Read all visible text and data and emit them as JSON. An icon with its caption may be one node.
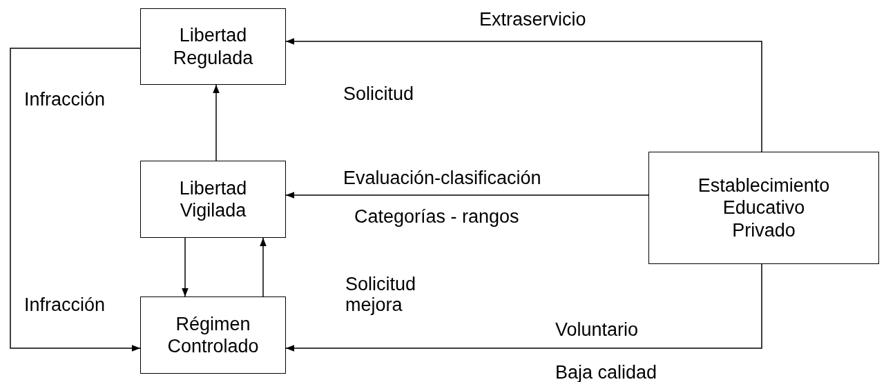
{
  "diagram": {
    "nodes": [
      {
        "text": [
          "Libertad Regulada"
        ]
      },
      {
        "text": [
          "Libertad Vigilada"
        ]
      },
      {
        "text": [
          "Régimen Controlado"
        ]
      },
      {
        "text": [
          "Establecimiento Educativo Privado"
        ]
      }
    ],
    "edges": [
      {
        "from": 3,
        "to": 0,
        "arrow": "to"
      },
      {
        "from": 1,
        "to": 0,
        "arrow": "to"
      },
      {
        "from": 3,
        "to": 1,
        "arrow": "to"
      },
      {
        "from": 1,
        "to": 2,
        "arrow": "to"
      },
      {
        "from": 2,
        "to": 1,
        "arrow": "to"
      },
      {
        "from": 3,
        "to": 2,
        "arrow": "to"
      },
      {
        "from": 0,
        "to": 2,
        "arrow": "to"
      }
    ],
    "labels": [
      "Extraservicio",
      "Infracción",
      "Solicitud",
      "Evaluación-clasificación",
      "Categorías - rangos",
      "Solicitud mejora",
      "Infracción",
      "Voluntario",
      "Baja calidad"
    ]
  }
}
